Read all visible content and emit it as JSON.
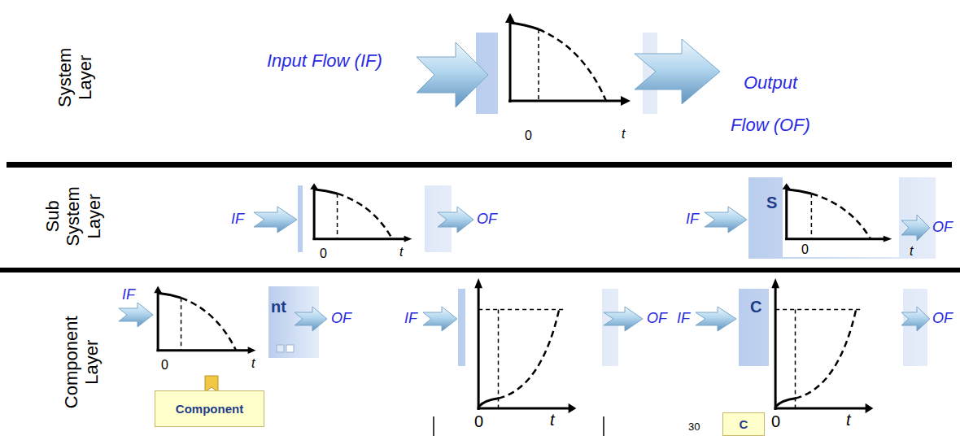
{
  "diagram": {
    "nodes": [
      {
        "text": [
          "System Layer"
        ]
      },
      {
        "text": [
          "0",
          "t"
        ],
        "in": 0
      },
      {
        "text": [
          "Sub System Layer"
        ]
      },
      {
        "text": [
          "0",
          "t"
        ],
        "in": 2
      },
      {
        "text": [
          "S",
          "0",
          "t"
        ],
        "in": 2
      },
      {
        "text": [
          "Component Layer"
        ]
      },
      {
        "text": [
          "nt",
          "0",
          "t"
        ],
        "in": 5
      },
      {
        "text": [
          "0",
          "t"
        ],
        "in": 5
      },
      {
        "text": [
          "C",
          "0",
          "t"
        ],
        "in": 5
      },
      {
        "text": [
          "Component"
        ],
        "in": 5
      },
      {
        "text": [
          "C"
        ],
        "in": 5
      }
    ],
    "labels": [
      "Input Flow (IF)",
      "Output Flow (OF)",
      "IF",
      "OF",
      "IF",
      "OF",
      "IF",
      "OF",
      "IF",
      "OF",
      "IF",
      "OF",
      "30"
    ]
  }
}
